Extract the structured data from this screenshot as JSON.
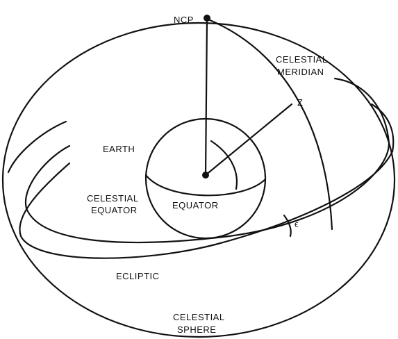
{
  "labels": {
    "ncp": "NCP",
    "celestial_meridian_line1": "CELESTIAL",
    "celestial_meridian_line2": "MERIDIAN",
    "zenith": "Z",
    "earth": "EARTH",
    "celestial_equator_line1": "CELESTIAL",
    "celestial_equator_line2": "EQUATOR",
    "equator": "EQUATOR",
    "obliquity": "ϵ",
    "ecliptic": "ECLIPTIC",
    "celestial_sphere_line1": "CELESTIAL",
    "celestial_sphere_line2": "SPHERE"
  },
  "colors": {
    "ink": "#111111",
    "background": "#ffffff"
  }
}
